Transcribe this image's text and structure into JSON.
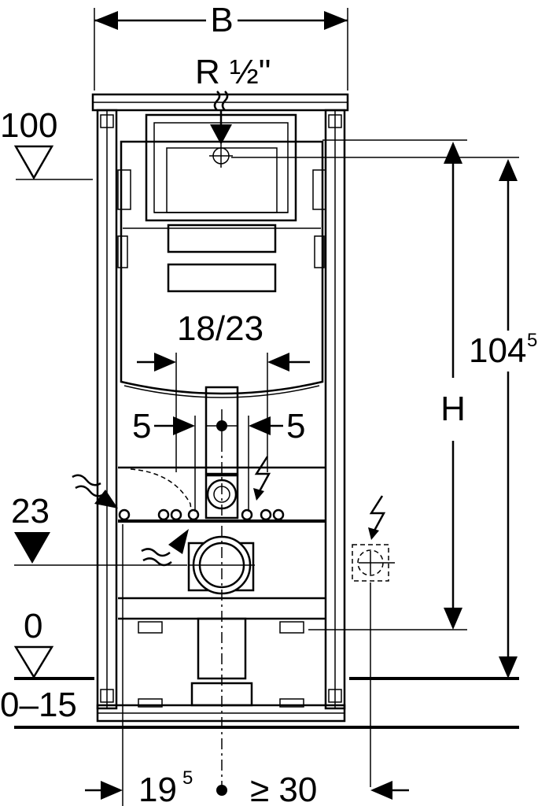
{
  "labels": {
    "width": "B",
    "connection": "R ½\"",
    "level_100": "100",
    "level_23": "23",
    "level_0": "0",
    "range_0_15": "0–15",
    "spacing_18_23": "18/23",
    "offset_left": "5",
    "offset_right": "5",
    "height": "H",
    "total_height_base": "104",
    "total_height_sup": "5",
    "depth_base": "19",
    "depth_sup": "5",
    "min_distance": "≥ 30"
  }
}
